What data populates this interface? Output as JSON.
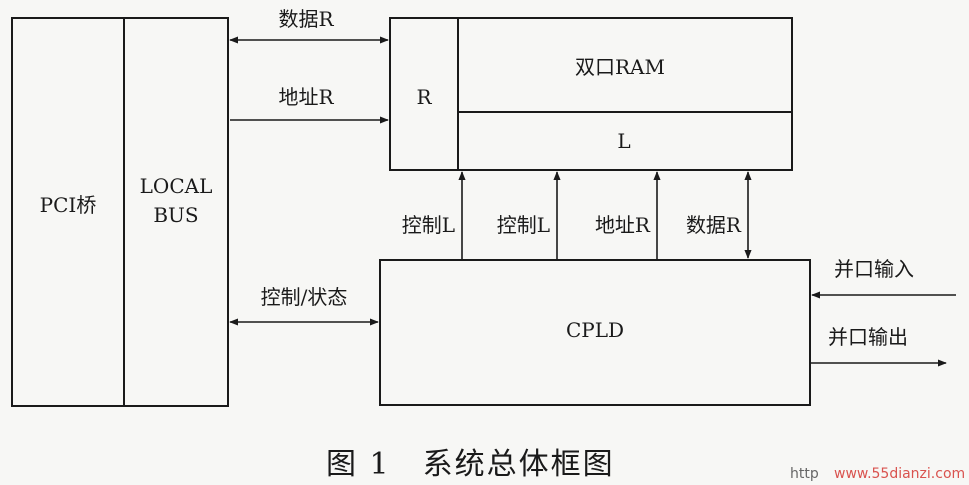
{
  "blocks": {
    "pci_bridge": "PCI桥",
    "local_bus_line1": "LOCAL",
    "local_bus_line2": "BUS",
    "port_r": "R",
    "dual_ram": "双口RAM",
    "port_l": "L",
    "cpld": "CPLD"
  },
  "signals": {
    "data_r_top": "数据R",
    "addr_r_top": "地址R",
    "ctrl_status": "控制/状态",
    "ctrl_l_1": "控制L",
    "ctrl_l_2": "控制L",
    "addr_r_bottom": "地址R",
    "data_r_bottom": "数据R",
    "parallel_in": "并口输入",
    "parallel_out": "并口输出"
  },
  "caption": "图 1　系统总体框图",
  "watermark": {
    "prefix": "http",
    "site": "www.55dianzi.com",
    "color": "#d9534f"
  }
}
